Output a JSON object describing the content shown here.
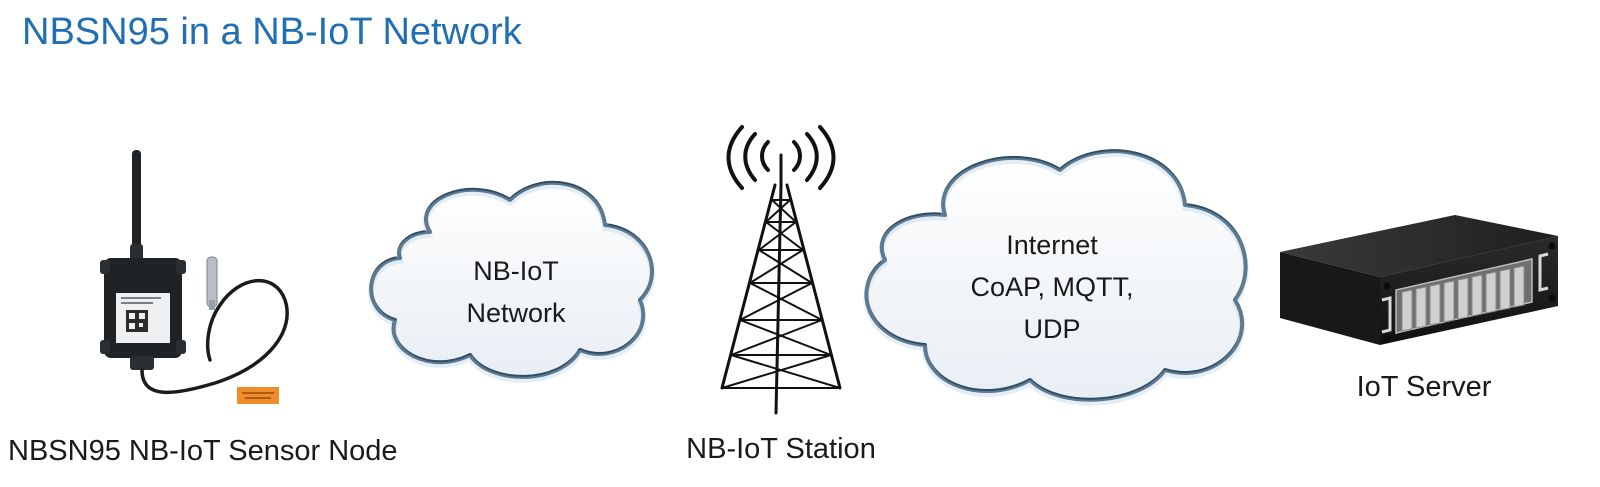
{
  "title": "NBSN95 in a NB-IoT Network",
  "nodes": {
    "sensor": {
      "label": "NBSN95 NB-IoT Sensor Node"
    },
    "nb_cloud": {
      "line1": "NB-IoT",
      "line2": "Network"
    },
    "station": {
      "label": "NB-IoT Station"
    },
    "internet_cloud": {
      "line1": "Internet",
      "line2": "CoAP, MQTT,",
      "line3": "UDP"
    },
    "server": {
      "label": "IoT Server"
    }
  },
  "colors": {
    "title": "#1f6fb2",
    "cloud_fill": "#f7f9fb",
    "cloud_stroke": "#2e4d66",
    "tower": "#111111",
    "device": "#1f2326",
    "warning_tag": "#f08c2a"
  }
}
